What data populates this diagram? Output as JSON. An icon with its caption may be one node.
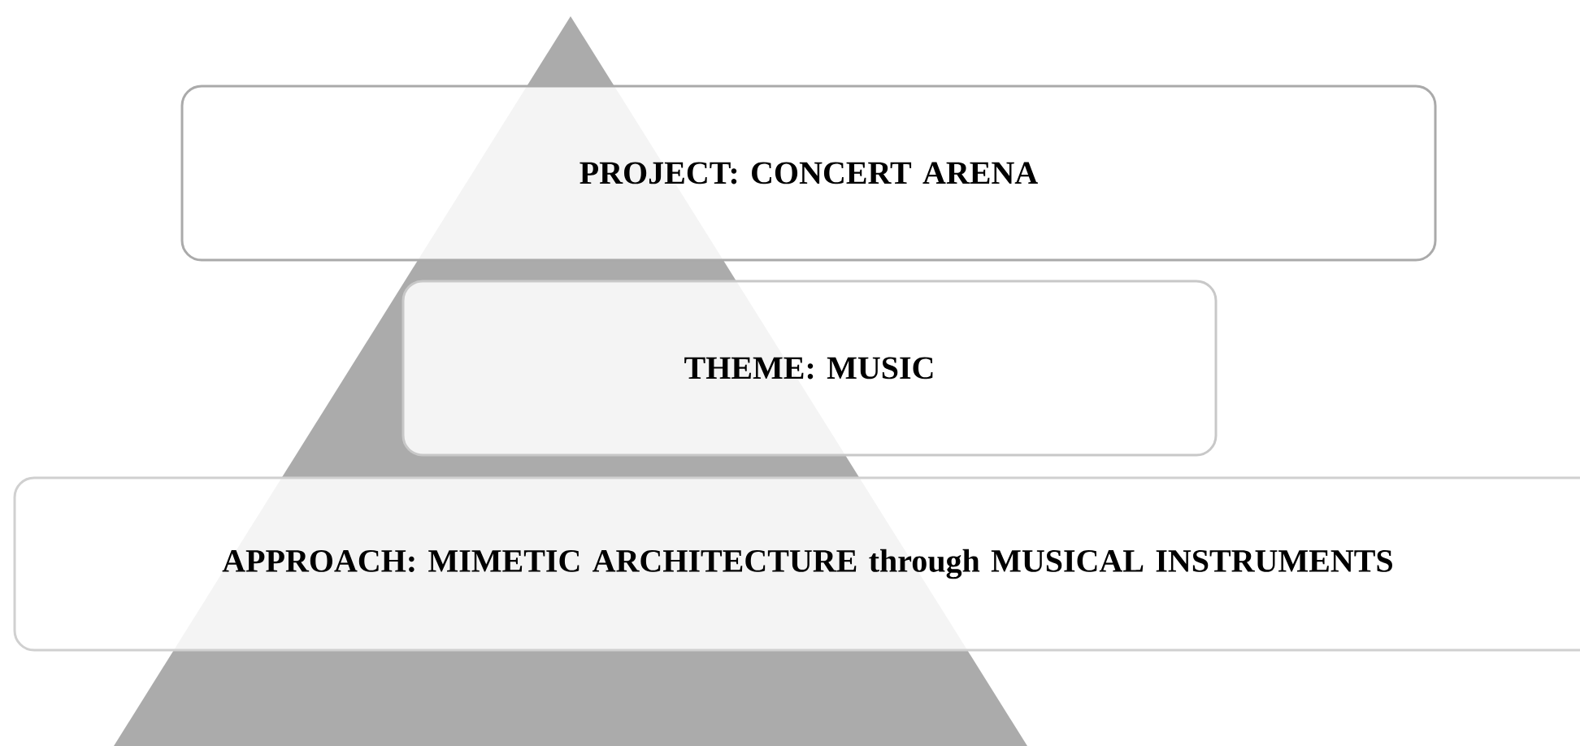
{
  "diagram": {
    "nodes": [
      {
        "text": [
          "PROJECT: CONCERT ARENA"
        ]
      },
      {
        "text": [
          "THEME: MUSIC"
        ]
      },
      {
        "text": [
          "APPROACH: MIMETIC ARCHITECTURE through MUSICAL INSTRUMENTS"
        ]
      }
    ]
  }
}
